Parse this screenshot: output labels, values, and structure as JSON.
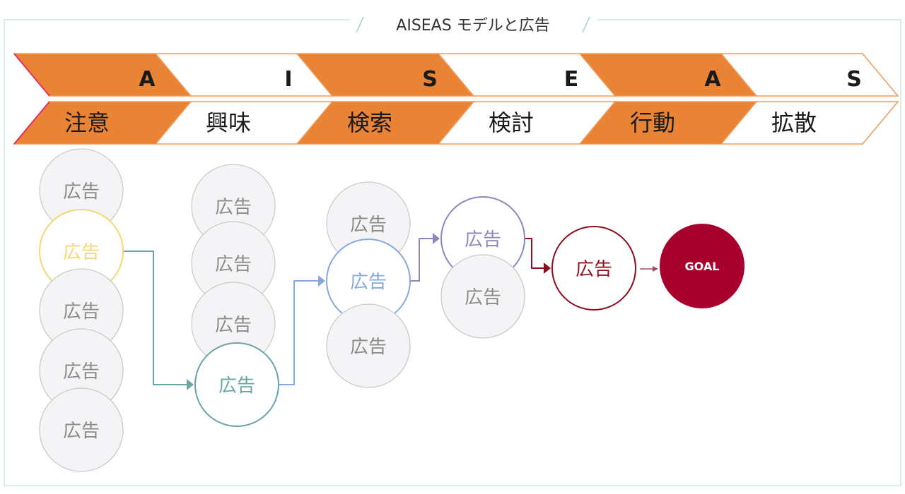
{
  "title": "AISEAS モデルと広告",
  "stages": [
    {
      "letter": "A",
      "label": "注意",
      "style": "filled"
    },
    {
      "letter": "I",
      "label": "興味",
      "style": "outline"
    },
    {
      "letter": "S",
      "label": "検索",
      "style": "filled"
    },
    {
      "letter": "E",
      "label": "検討",
      "style": "outline"
    },
    {
      "letter": "A",
      "label": "行動",
      "style": "filled"
    },
    {
      "letter": "S",
      "label": "拡散",
      "style": "outline"
    }
  ],
  "ad_label": "広告",
  "goal_label": "GOAL",
  "colors": {
    "frame": "#cfe6ea",
    "title_slash": "#9ccfd6",
    "orange": "#e98336",
    "orange_border": "#ef9a5a",
    "left_accent": "#e0315f",
    "gray_fill": "#f4f4f6",
    "gray_stroke": "#c9c9c9",
    "gray_text": "#8a8a8a",
    "yellow": "#f6d773",
    "teal": "#6aa5a3",
    "blue": "#87a9da",
    "purple": "#8e86bf",
    "maroon": "#8a0e1e",
    "goal_fill": "#a8002c",
    "goal_arrow": "#a04a62"
  },
  "columns": [
    {
      "highlight_index": 1,
      "count": 5,
      "color": "yellow"
    },
    {
      "highlight_index": 3,
      "count": 4,
      "color": "teal"
    },
    {
      "highlight_index": 1,
      "count": 3,
      "color": "blue"
    },
    {
      "highlight_index": 0,
      "count": 2,
      "color": "purple"
    },
    {
      "highlight_index": 0,
      "count": 1,
      "color": "maroon"
    }
  ]
}
